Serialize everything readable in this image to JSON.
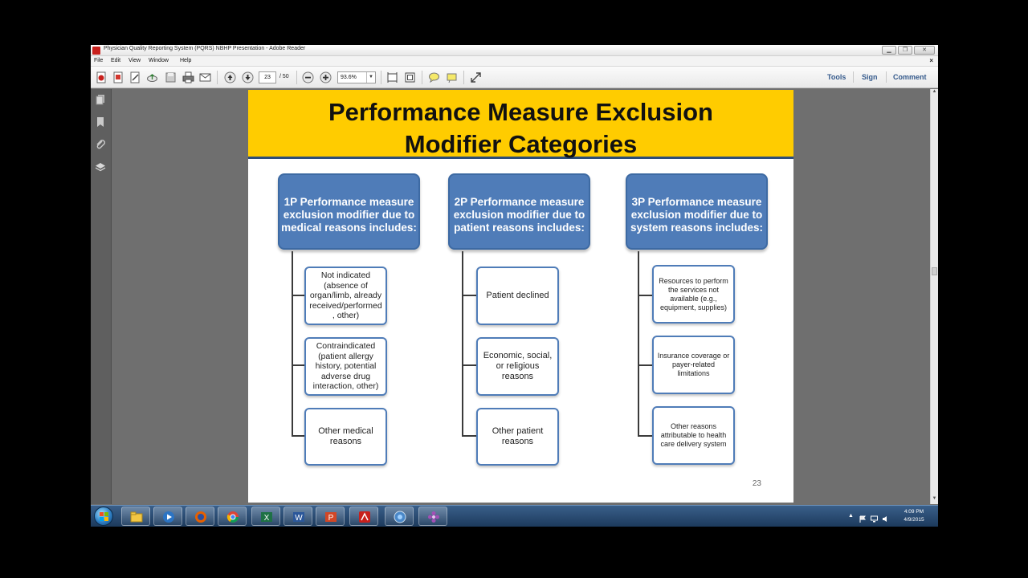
{
  "window": {
    "title": "Physician Quality Reporting System (PQRS) NBHP Presentation - Adobe Reader",
    "minimize_icon": "minimize-icon",
    "maximize_icon": "restore-icon",
    "close_icon": "close-icon"
  },
  "menu": {
    "items": [
      "File",
      "Edit",
      "View",
      "Window",
      "Help"
    ],
    "doc_close": "×"
  },
  "toolbar": {
    "page_current": "23",
    "page_total": "/ 50",
    "zoom": "93.6%",
    "tools_label": "Tools",
    "sign_label": "Sign",
    "comment_label": "Comment"
  },
  "slide": {
    "title": "Performance Measure Exclusion\nModifier Categories",
    "number": "23",
    "categories": [
      {
        "label": "1P Performance measure exclusion modifier due to medical reasons includes:",
        "items": [
          "Not indicated (absence of organ/limb, already received/performed , other)",
          "Contraindicated (patient allergy history, potential adverse drug interaction, other)",
          "Other medical reasons"
        ]
      },
      {
        "label": "2P Performance measure exclusion modifier due to patient reasons includes:",
        "items": [
          "Patient declined",
          "Economic, social, or religious reasons",
          "Other patient reasons"
        ]
      },
      {
        "label": "3P Performance measure exclusion modifier due to system reasons includes:",
        "items": [
          "Resources to perform the services not available (e.g., equipment, supplies)",
          "Insurance coverage or payer-related limitations",
          "Other reasons attributable to health care delivery system"
        ]
      }
    ]
  },
  "taskbar": {
    "apps": [
      "windows-explorer",
      "media-player",
      "firefox",
      "chrome",
      "excel",
      "word",
      "powerpoint",
      "adobe-reader",
      "network-tool",
      "flower-app"
    ],
    "time": "4:09 PM",
    "date": "4/9/2015"
  }
}
